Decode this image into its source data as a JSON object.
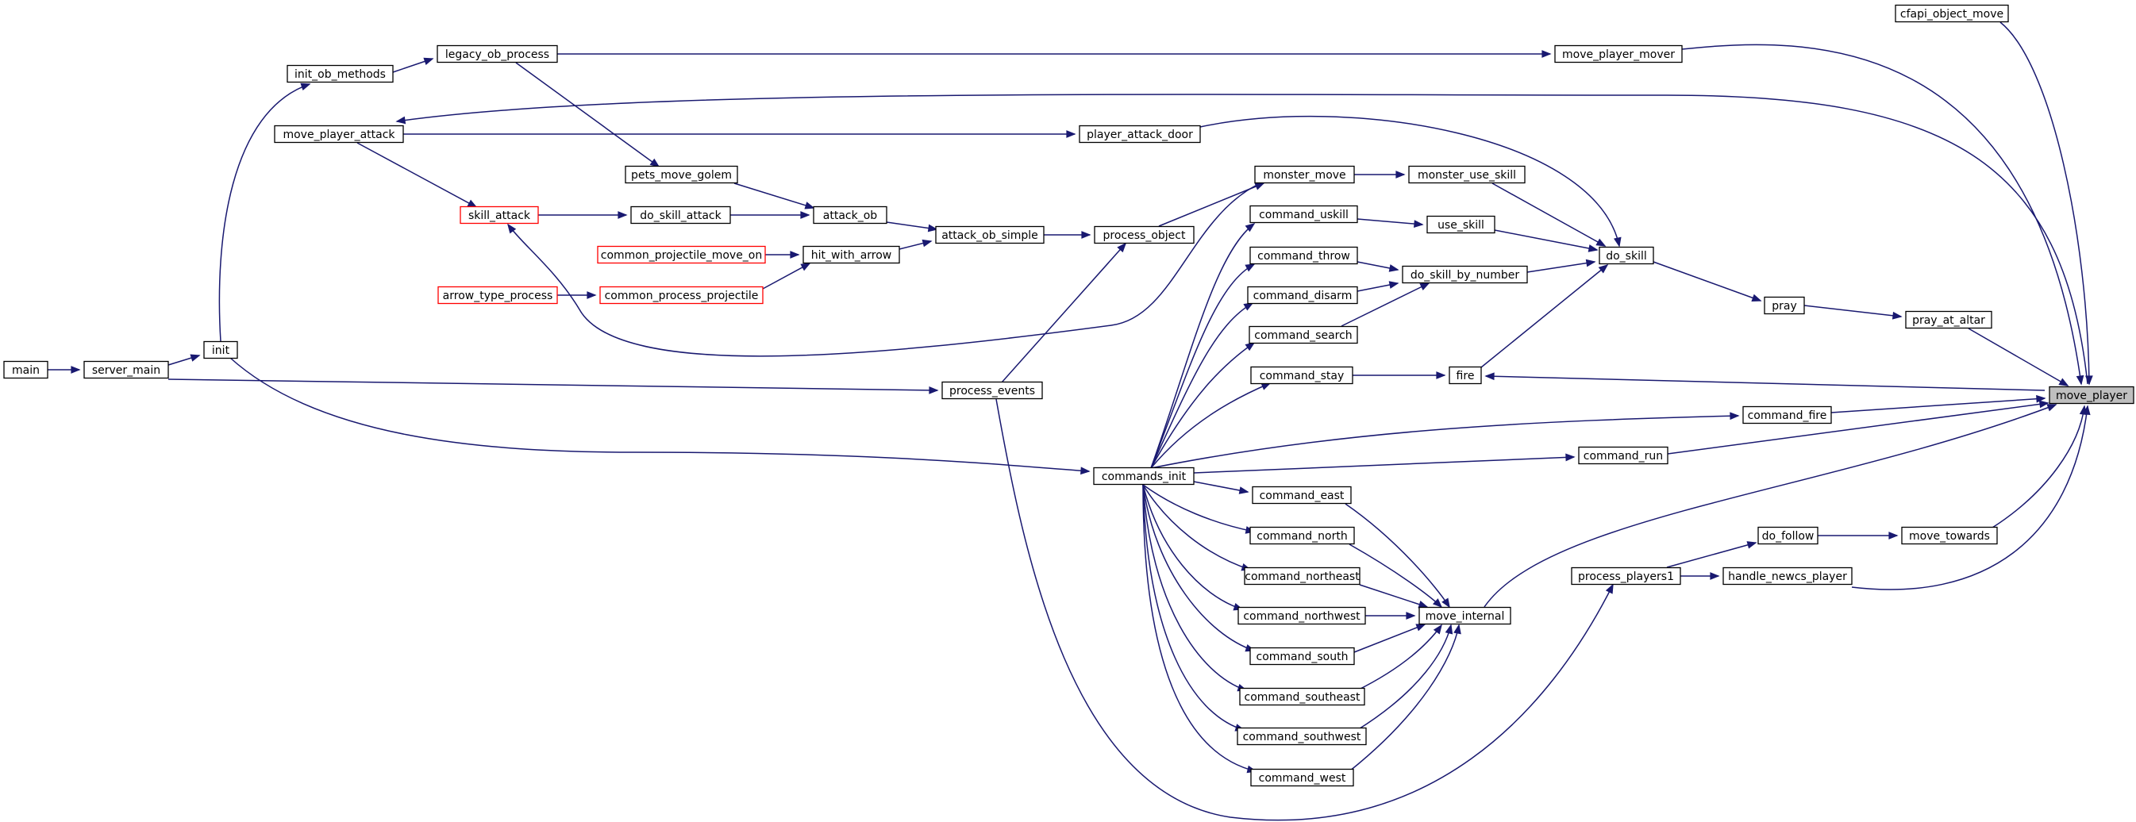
{
  "diagram": {
    "focus_node": "move_player",
    "nodes": [
      {
        "id": "cfapi_object_move",
        "label": "cfapi_object_move",
        "style": "normal"
      },
      {
        "id": "move_player_mover",
        "label": "move_player_mover",
        "style": "normal"
      },
      {
        "id": "legacy_ob_process",
        "label": "legacy_ob_process",
        "style": "normal"
      },
      {
        "id": "init_ob_methods",
        "label": "init_ob_methods",
        "style": "normal"
      },
      {
        "id": "move_player_attack",
        "label": "move_player_attack",
        "style": "normal"
      },
      {
        "id": "player_attack_door",
        "label": "player_attack_door",
        "style": "normal"
      },
      {
        "id": "pets_move_golem",
        "label": "pets_move_golem",
        "style": "normal"
      },
      {
        "id": "monster_move",
        "label": "monster_move",
        "style": "normal"
      },
      {
        "id": "monster_use_skill",
        "label": "monster_use_skill",
        "style": "normal"
      },
      {
        "id": "skill_attack",
        "label": "skill_attack",
        "style": "red"
      },
      {
        "id": "do_skill_attack",
        "label": "do_skill_attack",
        "style": "normal"
      },
      {
        "id": "attack_ob",
        "label": "attack_ob",
        "style": "normal"
      },
      {
        "id": "command_uskill",
        "label": "command_uskill",
        "style": "normal"
      },
      {
        "id": "use_skill",
        "label": "use_skill",
        "style": "normal"
      },
      {
        "id": "attack_ob_simple",
        "label": "attack_ob_simple",
        "style": "normal"
      },
      {
        "id": "process_object",
        "label": "process_object",
        "style": "normal"
      },
      {
        "id": "common_projectile_move_on",
        "label": "common_projectile_move_on",
        "style": "red"
      },
      {
        "id": "hit_with_arrow",
        "label": "hit_with_arrow",
        "style": "normal"
      },
      {
        "id": "command_throw",
        "label": "command_throw",
        "style": "normal"
      },
      {
        "id": "do_skill",
        "label": "do_skill",
        "style": "normal"
      },
      {
        "id": "do_skill_by_number",
        "label": "do_skill_by_number",
        "style": "normal"
      },
      {
        "id": "arrow_type_process",
        "label": "arrow_type_process",
        "style": "red"
      },
      {
        "id": "common_process_projectile",
        "label": "common_process_projectile",
        "style": "red"
      },
      {
        "id": "command_disarm",
        "label": "command_disarm",
        "style": "normal"
      },
      {
        "id": "pray",
        "label": "pray",
        "style": "normal"
      },
      {
        "id": "pray_at_altar",
        "label": "pray_at_altar",
        "style": "normal"
      },
      {
        "id": "command_search",
        "label": "command_search",
        "style": "normal"
      },
      {
        "id": "init",
        "label": "init",
        "style": "normal"
      },
      {
        "id": "main",
        "label": "main",
        "style": "normal"
      },
      {
        "id": "server_main",
        "label": "server_main",
        "style": "normal"
      },
      {
        "id": "command_stay",
        "label": "command_stay",
        "style": "normal"
      },
      {
        "id": "fire",
        "label": "fire",
        "style": "normal"
      },
      {
        "id": "process_events",
        "label": "process_events",
        "style": "normal"
      },
      {
        "id": "move_player",
        "label": "move_player",
        "style": "focus"
      },
      {
        "id": "command_fire",
        "label": "command_fire",
        "style": "normal"
      },
      {
        "id": "commands_init",
        "label": "commands_init",
        "style": "normal"
      },
      {
        "id": "command_run",
        "label": "command_run",
        "style": "normal"
      },
      {
        "id": "command_east",
        "label": "command_east",
        "style": "normal"
      },
      {
        "id": "command_north",
        "label": "command_north",
        "style": "normal"
      },
      {
        "id": "do_follow",
        "label": "do_follow",
        "style": "normal"
      },
      {
        "id": "move_towards",
        "label": "move_towards",
        "style": "normal"
      },
      {
        "id": "command_northeast",
        "label": "command_northeast",
        "style": "normal"
      },
      {
        "id": "process_players1",
        "label": "process_players1",
        "style": "normal"
      },
      {
        "id": "handle_newcs_player",
        "label": "handle_newcs_player",
        "style": "normal"
      },
      {
        "id": "command_northwest",
        "label": "command_northwest",
        "style": "normal"
      },
      {
        "id": "move_internal",
        "label": "move_internal",
        "style": "normal"
      },
      {
        "id": "command_south",
        "label": "command_south",
        "style": "normal"
      },
      {
        "id": "command_southeast",
        "label": "command_southeast",
        "style": "normal"
      },
      {
        "id": "command_southwest",
        "label": "command_southwest",
        "style": "normal"
      },
      {
        "id": "command_west",
        "label": "command_west",
        "style": "normal"
      }
    ],
    "edges": [
      {
        "from": "cfapi_object_move",
        "to": "move_player"
      },
      {
        "from": "move_player_mover",
        "to": "move_player"
      },
      {
        "from": "legacy_ob_process",
        "to": "move_player_mover"
      },
      {
        "from": "init_ob_methods",
        "to": "legacy_ob_process"
      },
      {
        "from": "init",
        "to": "init_ob_methods"
      },
      {
        "from": "move_player",
        "to": "move_player_attack"
      },
      {
        "from": "move_player_attack",
        "to": "player_attack_door"
      },
      {
        "from": "player_attack_door",
        "to": "do_skill"
      },
      {
        "from": "legacy_ob_process",
        "to": "pets_move_golem"
      },
      {
        "from": "pets_move_golem",
        "to": "attack_ob"
      },
      {
        "from": "move_player_attack",
        "to": "skill_attack"
      },
      {
        "from": "skill_attack",
        "to": "do_skill_attack"
      },
      {
        "from": "do_skill_attack",
        "to": "attack_ob"
      },
      {
        "from": "attack_ob",
        "to": "attack_ob_simple"
      },
      {
        "from": "hit_with_arrow",
        "to": "attack_ob_simple"
      },
      {
        "from": "attack_ob_simple",
        "to": "process_object"
      },
      {
        "from": "common_projectile_move_on",
        "to": "hit_with_arrow"
      },
      {
        "from": "common_process_projectile",
        "to": "hit_with_arrow"
      },
      {
        "from": "arrow_type_process",
        "to": "common_process_projectile"
      },
      {
        "from": "process_object",
        "to": "monster_move"
      },
      {
        "from": "monster_move",
        "to": "monster_use_skill"
      },
      {
        "from": "monster_use_skill",
        "to": "do_skill"
      },
      {
        "from": "monster_move",
        "to": "skill_attack"
      },
      {
        "from": "command_uskill",
        "to": "use_skill"
      },
      {
        "from": "use_skill",
        "to": "do_skill"
      },
      {
        "from": "command_throw",
        "to": "do_skill_by_number"
      },
      {
        "from": "command_disarm",
        "to": "do_skill_by_number"
      },
      {
        "from": "command_search",
        "to": "do_skill_by_number"
      },
      {
        "from": "do_skill_by_number",
        "to": "do_skill"
      },
      {
        "from": "fire",
        "to": "do_skill"
      },
      {
        "from": "do_skill",
        "to": "pray"
      },
      {
        "from": "pray",
        "to": "pray_at_altar"
      },
      {
        "from": "pray_at_altar",
        "to": "move_player"
      },
      {
        "from": "command_stay",
        "to": "fire"
      },
      {
        "from": "move_player",
        "to": "fire"
      },
      {
        "from": "main",
        "to": "server_main"
      },
      {
        "from": "server_main",
        "to": "init"
      },
      {
        "from": "server_main",
        "to": "process_events"
      },
      {
        "from": "process_events",
        "to": "process_object"
      },
      {
        "from": "process_events",
        "to": "process_players1"
      },
      {
        "from": "init",
        "to": "commands_init"
      },
      {
        "from": "commands_init",
        "to": "command_uskill"
      },
      {
        "from": "commands_init",
        "to": "command_throw"
      },
      {
        "from": "commands_init",
        "to": "command_disarm"
      },
      {
        "from": "commands_init",
        "to": "command_search"
      },
      {
        "from": "commands_init",
        "to": "command_stay"
      },
      {
        "from": "commands_init",
        "to": "command_fire"
      },
      {
        "from": "commands_init",
        "to": "command_run"
      },
      {
        "from": "commands_init",
        "to": "command_east"
      },
      {
        "from": "commands_init",
        "to": "command_north"
      },
      {
        "from": "commands_init",
        "to": "command_northeast"
      },
      {
        "from": "commands_init",
        "to": "command_northwest"
      },
      {
        "from": "commands_init",
        "to": "command_south"
      },
      {
        "from": "commands_init",
        "to": "command_southeast"
      },
      {
        "from": "commands_init",
        "to": "command_southwest"
      },
      {
        "from": "commands_init",
        "to": "command_west"
      },
      {
        "from": "command_fire",
        "to": "move_player"
      },
      {
        "from": "command_run",
        "to": "move_player"
      },
      {
        "from": "command_east",
        "to": "move_internal"
      },
      {
        "from": "command_north",
        "to": "move_internal"
      },
      {
        "from": "command_northeast",
        "to": "move_internal"
      },
      {
        "from": "command_northwest",
        "to": "move_internal"
      },
      {
        "from": "command_south",
        "to": "move_internal"
      },
      {
        "from": "command_southeast",
        "to": "move_internal"
      },
      {
        "from": "command_southwest",
        "to": "move_internal"
      },
      {
        "from": "command_west",
        "to": "move_internal"
      },
      {
        "from": "move_internal",
        "to": "move_player"
      },
      {
        "from": "process_players1",
        "to": "do_follow"
      },
      {
        "from": "do_follow",
        "to": "move_towards"
      },
      {
        "from": "move_towards",
        "to": "move_player"
      },
      {
        "from": "process_players1",
        "to": "handle_newcs_player"
      },
      {
        "from": "handle_newcs_player",
        "to": "move_player"
      }
    ]
  }
}
